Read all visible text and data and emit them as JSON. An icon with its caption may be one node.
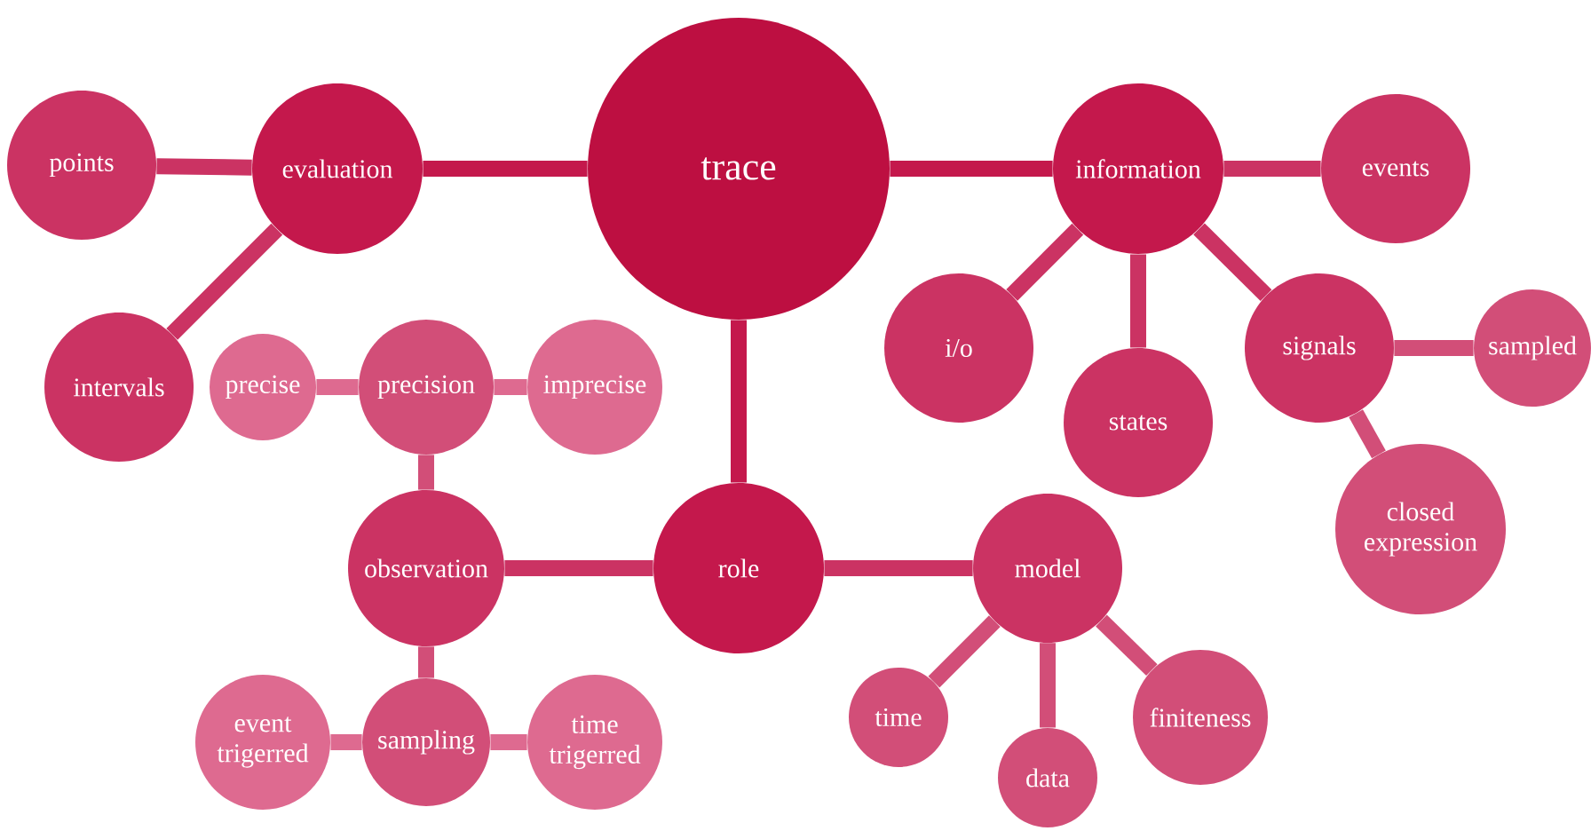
{
  "diagram": {
    "nodes": [
      {
        "text": [
          "trace"
        ]
      },
      {
        "text": [
          "evaluation"
        ]
      },
      {
        "text": [
          "points"
        ]
      },
      {
        "text": [
          "intervals"
        ]
      },
      {
        "text": [
          "information"
        ]
      },
      {
        "text": [
          "events"
        ]
      },
      {
        "text": [
          "i/o"
        ]
      },
      {
        "text": [
          "states"
        ]
      },
      {
        "text": [
          "signals"
        ]
      },
      {
        "text": [
          "sampled"
        ]
      },
      {
        "text": [
          "closed expression"
        ]
      },
      {
        "text": [
          "role"
        ]
      },
      {
        "text": [
          "observation"
        ]
      },
      {
        "text": [
          "precision"
        ]
      },
      {
        "text": [
          "precise"
        ]
      },
      {
        "text": [
          "imprecise"
        ]
      },
      {
        "text": [
          "sampling"
        ]
      },
      {
        "text": [
          "event trigerred"
        ]
      },
      {
        "text": [
          "time trigerred"
        ]
      },
      {
        "text": [
          "model"
        ]
      },
      {
        "text": [
          "time"
        ]
      },
      {
        "text": [
          "data"
        ]
      },
      {
        "text": [
          "finiteness"
        ]
      }
    ],
    "edges": [
      {
        "from": 0,
        "to": 1,
        "arrow": "none"
      },
      {
        "from": 1,
        "to": 2,
        "arrow": "none"
      },
      {
        "from": 1,
        "to": 3,
        "arrow": "none"
      },
      {
        "from": 0,
        "to": 4,
        "arrow": "none"
      },
      {
        "from": 4,
        "to": 5,
        "arrow": "none"
      },
      {
        "from": 4,
        "to": 6,
        "arrow": "none"
      },
      {
        "from": 4,
        "to": 7,
        "arrow": "none"
      },
      {
        "from": 4,
        "to": 8,
        "arrow": "none"
      },
      {
        "from": 8,
        "to": 9,
        "arrow": "none"
      },
      {
        "from": 8,
        "to": 10,
        "arrow": "none"
      },
      {
        "from": 0,
        "to": 11,
        "arrow": "none"
      },
      {
        "from": 11,
        "to": 12,
        "arrow": "none"
      },
      {
        "from": 12,
        "to": 13,
        "arrow": "none"
      },
      {
        "from": 13,
        "to": 14,
        "arrow": "none"
      },
      {
        "from": 13,
        "to": 15,
        "arrow": "none"
      },
      {
        "from": 12,
        "to": 16,
        "arrow": "none"
      },
      {
        "from": 16,
        "to": 17,
        "arrow": "none"
      },
      {
        "from": 16,
        "to": 18,
        "arrow": "none"
      },
      {
        "from": 11,
        "to": 19,
        "arrow": "none"
      },
      {
        "from": 19,
        "to": 20,
        "arrow": "none"
      },
      {
        "from": 19,
        "to": 21,
        "arrow": "none"
      },
      {
        "from": 19,
        "to": 22,
        "arrow": "none"
      }
    ]
  }
}
